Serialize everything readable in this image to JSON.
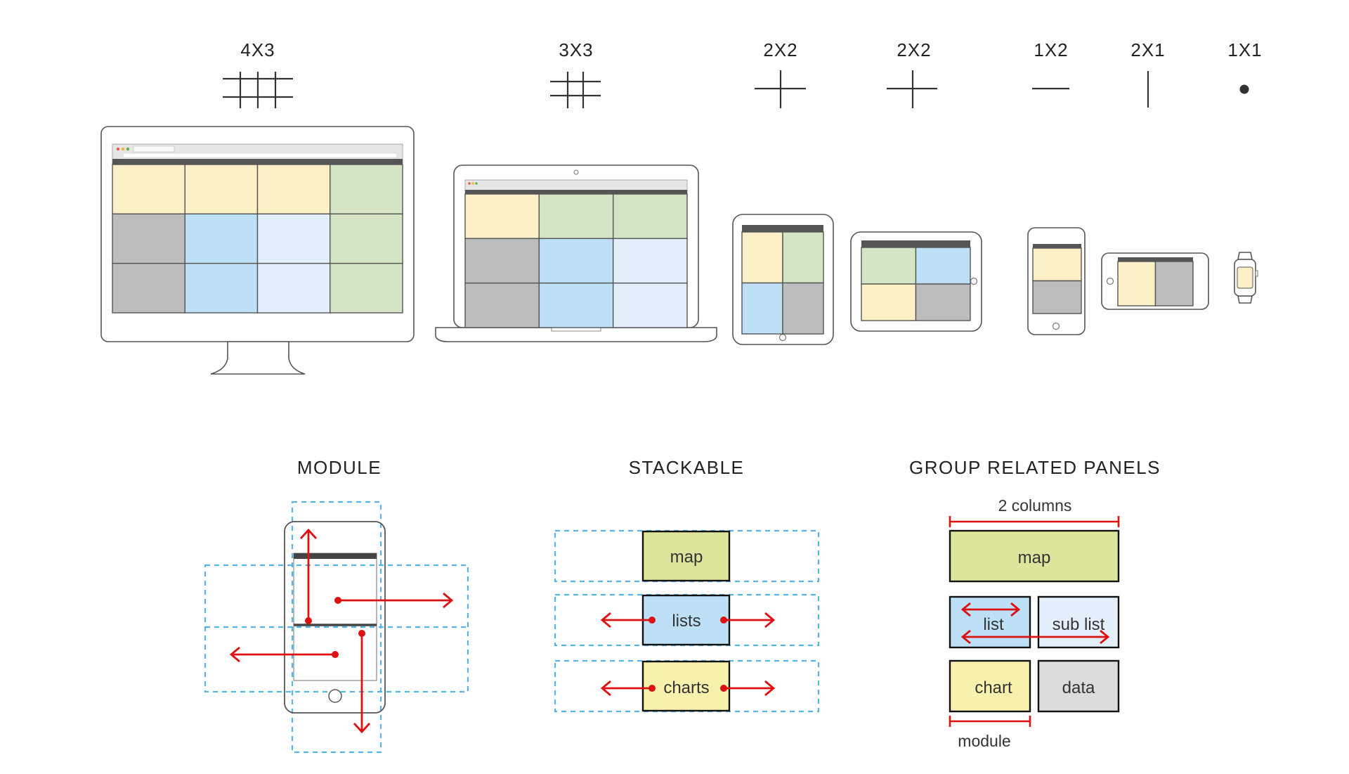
{
  "grid_labels": {
    "desktop": "4X3",
    "laptop": "3X3",
    "tablet_portrait": "2X2",
    "tablet_landscape": "2X2",
    "phone_portrait": "1X2",
    "phone_landscape": "2X1",
    "watch": "1X1"
  },
  "sections": {
    "module": {
      "title": "MODULE"
    },
    "stackable": {
      "title": "STACKABLE",
      "panels": [
        "map",
        "lists",
        "charts"
      ]
    },
    "group": {
      "title": "GROUP RELATED PANELS",
      "columns_note": "2 columns",
      "module_note": "module",
      "panels": {
        "map": "map",
        "list": "list",
        "sub_list": "sub list",
        "chart": "chart",
        "data": "data"
      }
    }
  },
  "colors": {
    "yellow": "#fdefc6",
    "green": "#d4e5c5",
    "gray": "#bdbdbd",
    "blue": "#bde0f6",
    "light_blue": "#e3effb",
    "panel_map": "#dde59c",
    "panel_chart": "#f7f1ad",
    "panel_data": "#dcdcdc",
    "arrow_red": "#dd1111",
    "dash_blue": "#55b4e8"
  },
  "icons": {
    "grid_4x3": "grid-4x3-icon",
    "grid_3x3": "grid-3x3-icon",
    "grid_2x2": "grid-2x2-icon",
    "grid_1x2": "grid-1x2-icon",
    "grid_2x1": "grid-2x1-icon",
    "grid_1x1": "grid-1x1-icon"
  }
}
